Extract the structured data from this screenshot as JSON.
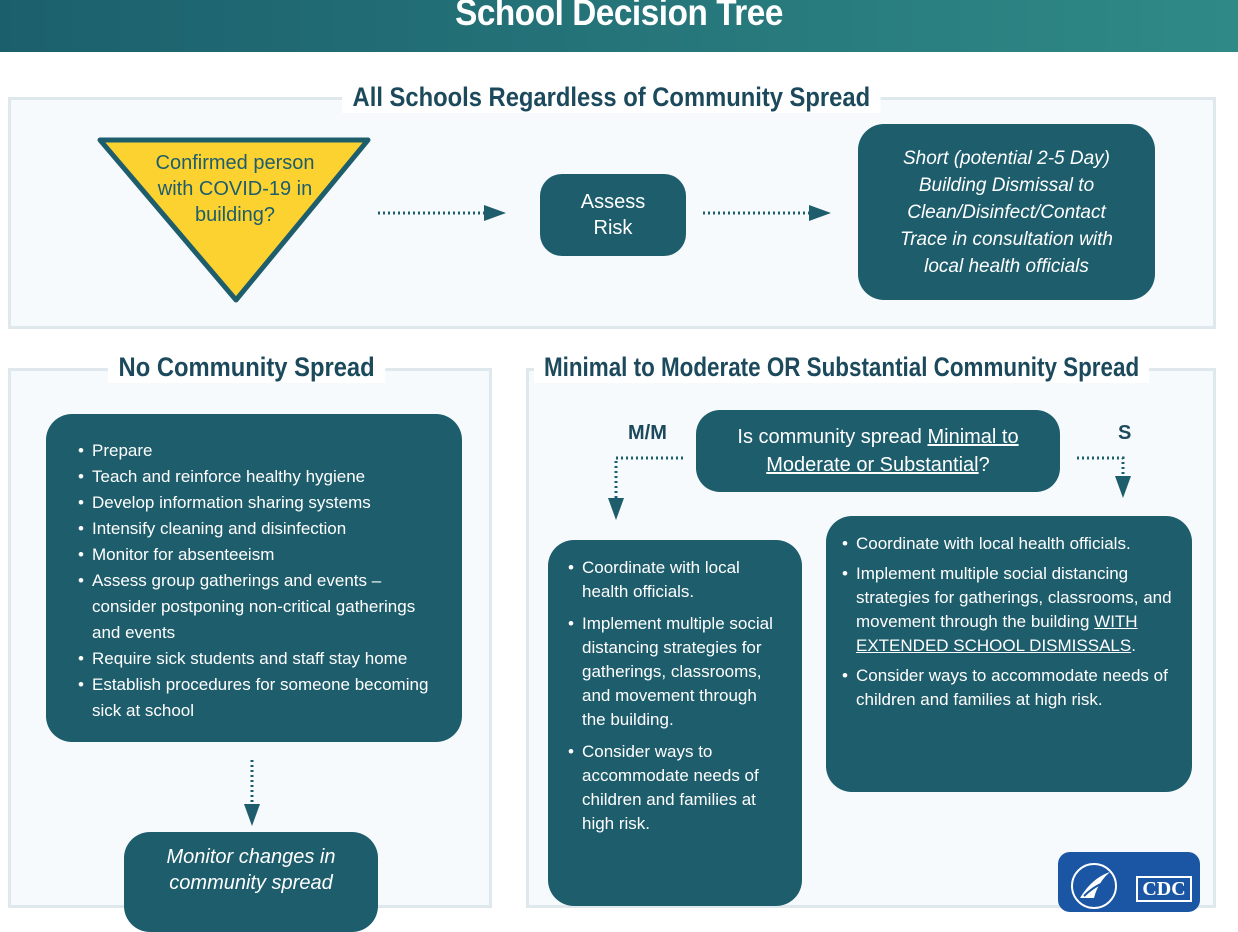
{
  "title": "School Decision Tree",
  "top_panel": {
    "title": "All Schools Regardless of Community Spread",
    "triangle_text": "Confirmed person with COVID-19 in building?",
    "assess_text": "Assess Risk",
    "dismissal_text": "Short (potential 2-5 Day) Building Dismissal to Clean/Disinfect/Contact Trace in consultation with local health officials"
  },
  "left_panel": {
    "title": "No Community Spread",
    "items": [
      "Prepare",
      "Teach and reinforce healthy hygiene",
      "Develop information sharing systems",
      "Intensify cleaning and disinfection",
      "Monitor for absenteeism",
      "Assess group gatherings and events – consider postponing non-critical gatherings and events",
      "Require sick students and staff stay home",
      "Establish procedures for someone becoming sick at school"
    ],
    "monitor_text": "Monitor changes in community spread"
  },
  "right_panel": {
    "title": "Minimal to Moderate OR Substantial Community Spread",
    "question_prefix": "Is community spread ",
    "question_link": "Minimal to Moderate or Substantial",
    "question_suffix": "?",
    "mm_label": "M/M",
    "s_label": "S",
    "mm_items": [
      "Coordinate with local health officials.",
      "Implement multiple social distancing strategies for gatherings, classrooms, and movement through the building.",
      "Consider ways to accommodate needs of children and families at high risk."
    ],
    "s_item1": "Coordinate with local health officials.",
    "s_item2_prefix": "Implement multiple social distancing strategies for gatherings, classrooms, and movement through the building ",
    "s_item2_emph": "WITH EXTENDED SCHOOL DISMISSALS",
    "s_item2_suffix": ".",
    "s_item3": "Consider ways to accommodate needs of children and families at high risk."
  },
  "logo": {
    "text": "CDC"
  },
  "colors": {
    "header_start": "#1b5f6d",
    "header_end": "#2f8a86",
    "box": "#1e5d6c",
    "triangle": "#fbd230",
    "panel_border": "#dfe8ec",
    "title_text": "#1c4a5c"
  }
}
